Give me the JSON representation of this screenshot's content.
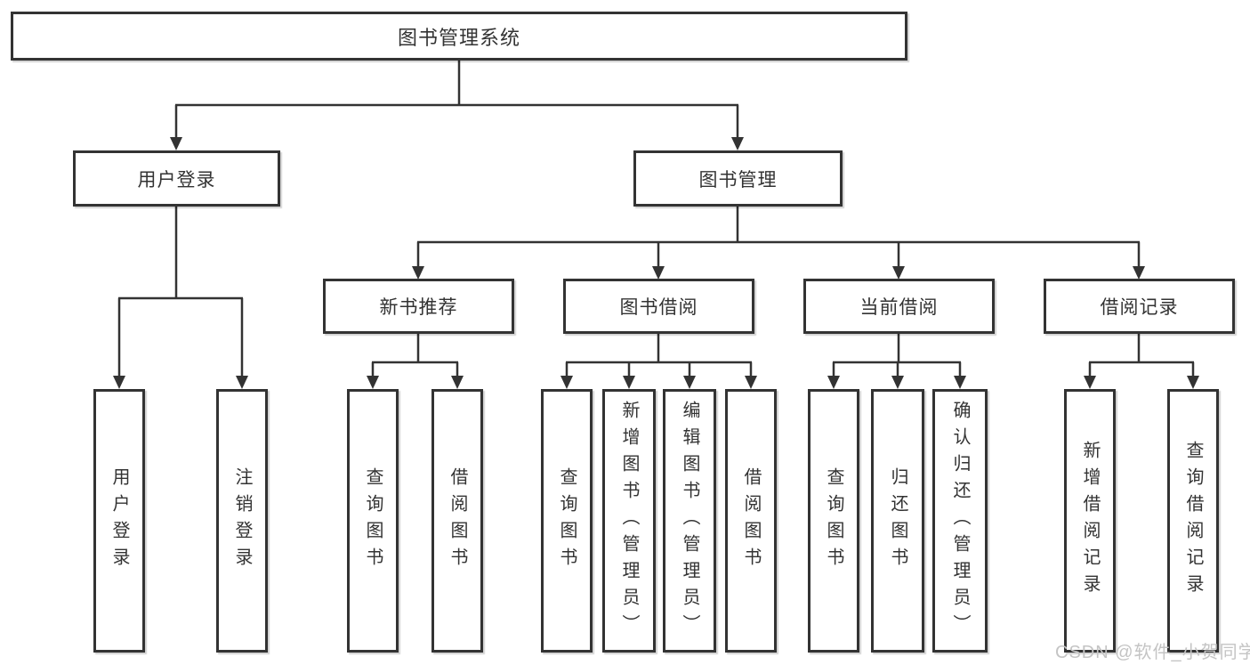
{
  "diagram_title": "图书管理系统",
  "tree": {
    "label": "图书管理系统",
    "children": [
      {
        "label": "用户登录",
        "children": [
          {
            "label": "用户登录"
          },
          {
            "label": "注销登录"
          }
        ]
      },
      {
        "label": "图书管理",
        "children": [
          {
            "label": "新书推荐",
            "children": [
              {
                "label": "查询图书"
              },
              {
                "label": "借阅图书"
              }
            ]
          },
          {
            "label": "图书借阅",
            "children": [
              {
                "label": "查询图书"
              },
              {
                "label": "新增图书（管理员）"
              },
              {
                "label": "编辑图书（管理员）"
              },
              {
                "label": "借阅图书"
              }
            ]
          },
          {
            "label": "当前借阅",
            "children": [
              {
                "label": "查询图书"
              },
              {
                "label": "归还图书"
              },
              {
                "label": "确认归还（管理员）"
              }
            ]
          },
          {
            "label": "借阅记录",
            "children": [
              {
                "label": "新增借阅记录"
              },
              {
                "label": "查询借阅记录"
              }
            ]
          }
        ]
      }
    ]
  },
  "watermark": {
    "text": "CSDN @软件_小贺同学"
  },
  "colors": {
    "line": "#333333",
    "box_border": "#333333",
    "text": "#333333",
    "background": "#ffffff",
    "watermark": "#c4c4c4"
  }
}
